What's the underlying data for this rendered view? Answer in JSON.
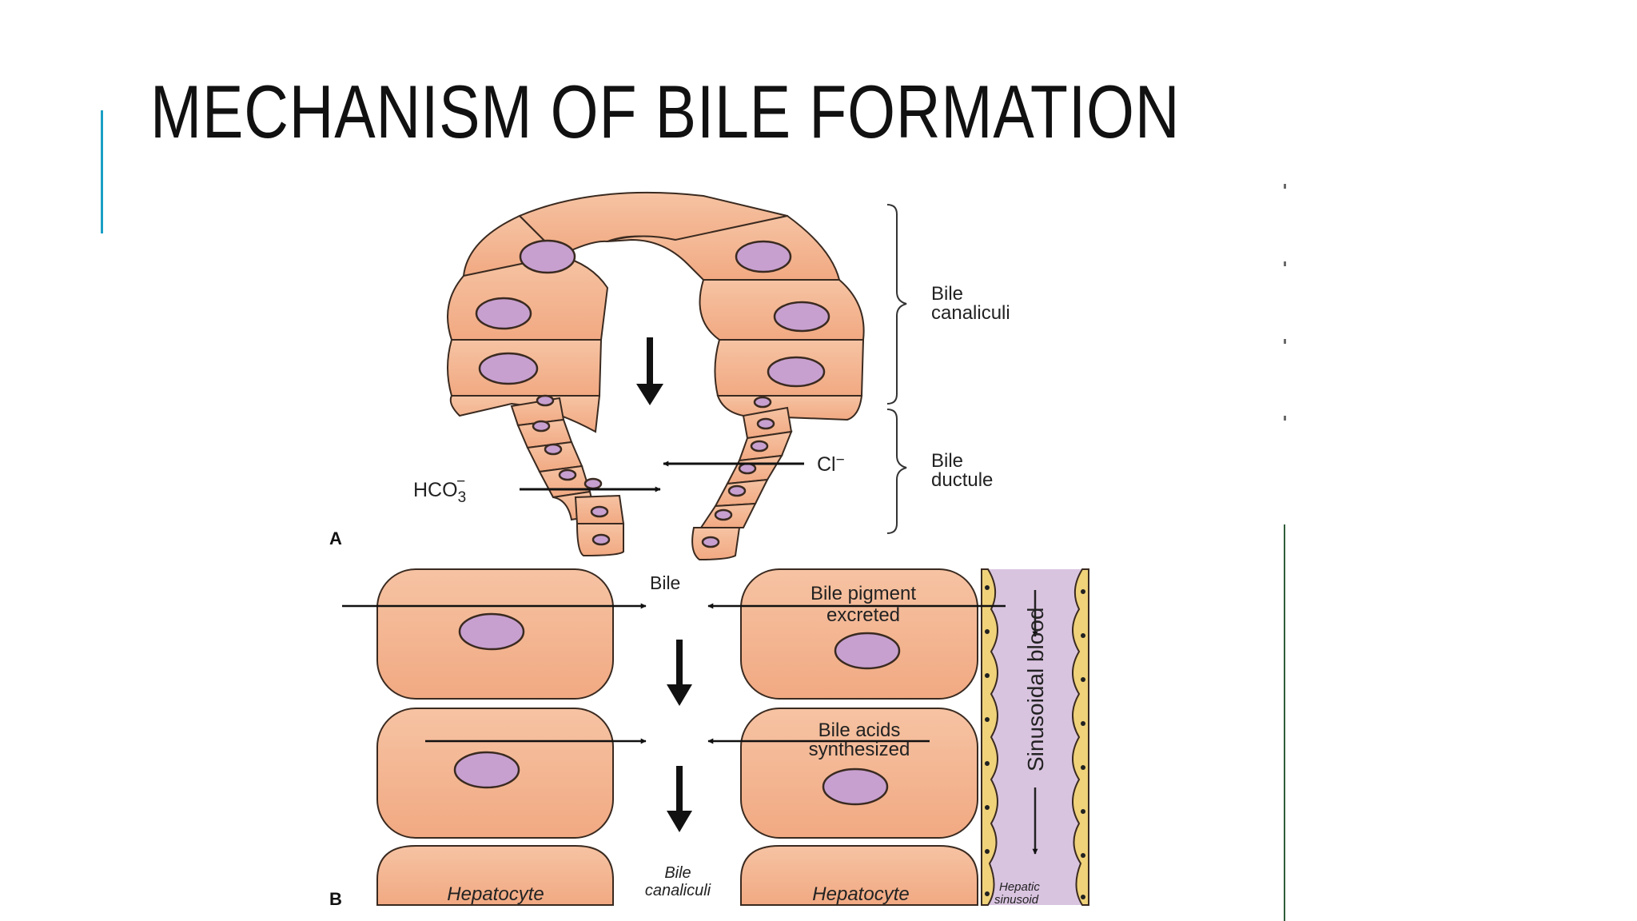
{
  "slide": {
    "title": "MECHANISM OF BILE FORMATION",
    "accent_color": "#1ba0c6"
  },
  "panel_a": {
    "panel_label": "A",
    "bracket_top_label": [
      "Bile",
      "canaliculi"
    ],
    "bracket_bottom_label": [
      "Bile",
      "ductule"
    ],
    "ion_in_label": "HCO3",
    "ion_in_label_parts": {
      "base": "HCO",
      "subscript": "3",
      "charge": "−"
    },
    "ion_out_label": "Cl",
    "ion_out_charge": "−"
  },
  "panel_b": {
    "panel_label": "B",
    "top_label": "Bile",
    "pigment_label": [
      "Bile pigment",
      "excreted"
    ],
    "acids_label": [
      "Bile acids",
      "synthesized"
    ],
    "sinusoid_label": "Sinusoidal blood",
    "hepatocyte_label_left": "Hepatocyte",
    "hepatocyte_label_right": "Hepatocyte",
    "canaliculi_label": [
      "Bile",
      "canaliculi"
    ],
    "sinusoid_caption": [
      "Hepatic",
      "sinusoid"
    ]
  },
  "colors": {
    "cell_fill": "#f4b48e",
    "cell_stroke": "#3a2a20",
    "nucleus_fill": "#c7a0d0",
    "sinusoid_fill": "#d9c4e0",
    "endothelium_fill": "#efd27a"
  }
}
